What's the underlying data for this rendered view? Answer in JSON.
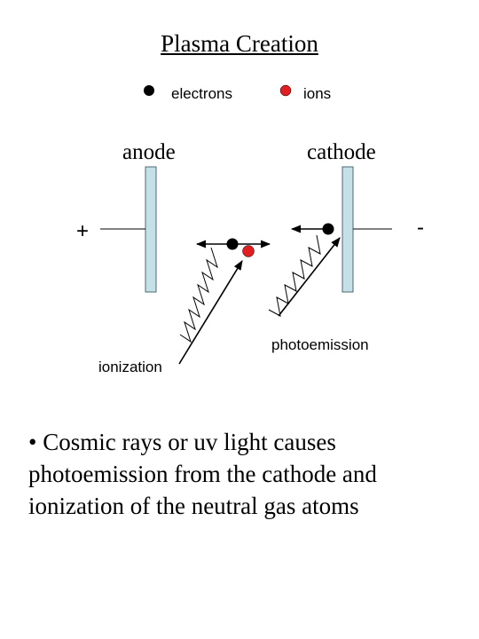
{
  "title": "Plasma Creation",
  "legend": {
    "electrons_label": "electrons",
    "ions_label": "ions",
    "electron_color": "#000000",
    "ion_color": "#e02020"
  },
  "electrodes": {
    "anode_label": "anode",
    "cathode_label": "cathode",
    "anode_sign": "+",
    "cathode_sign": "-",
    "plate_color": "#c6e0e8"
  },
  "annotations": {
    "photoemission": "photoemission",
    "ionization": "ionization"
  },
  "description": "• Cosmic rays or uv light causes photoemission from the cathode and ionization of the neutral gas atoms"
}
